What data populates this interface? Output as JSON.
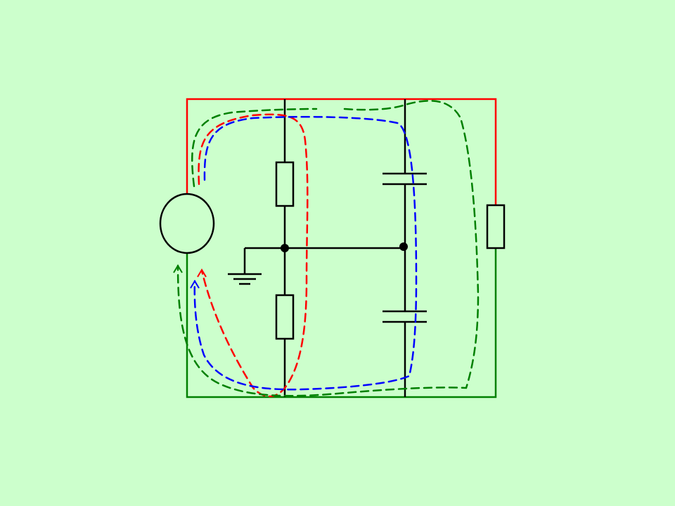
{
  "diagram": {
    "type": "circuit-schematic",
    "colors": {
      "background": "#ccffcc",
      "wire": "#000000",
      "supply_rail": "#ff0000",
      "return_rail": "#008000",
      "loop_red": "#ff0000",
      "loop_green": "#008000",
      "loop_blue": "#0000ff"
    },
    "components": [
      {
        "id": "source",
        "kind": "voltage-source",
        "icon": "circle"
      },
      {
        "id": "r1",
        "kind": "resistor",
        "position": "upper-divider"
      },
      {
        "id": "r2",
        "kind": "resistor",
        "position": "lower-divider"
      },
      {
        "id": "c1",
        "kind": "capacitor",
        "position": "upper"
      },
      {
        "id": "c2",
        "kind": "capacitor",
        "position": "lower"
      },
      {
        "id": "rl",
        "kind": "resistor",
        "position": "load"
      },
      {
        "id": "gnd",
        "kind": "ground",
        "icon": "ground-symbol"
      }
    ],
    "current_loops": [
      {
        "color": "red",
        "style": "dashed",
        "arrow": true
      },
      {
        "color": "blue",
        "style": "dashed",
        "arrow": true
      },
      {
        "color": "green",
        "style": "dashed",
        "arrow": true
      }
    ]
  }
}
